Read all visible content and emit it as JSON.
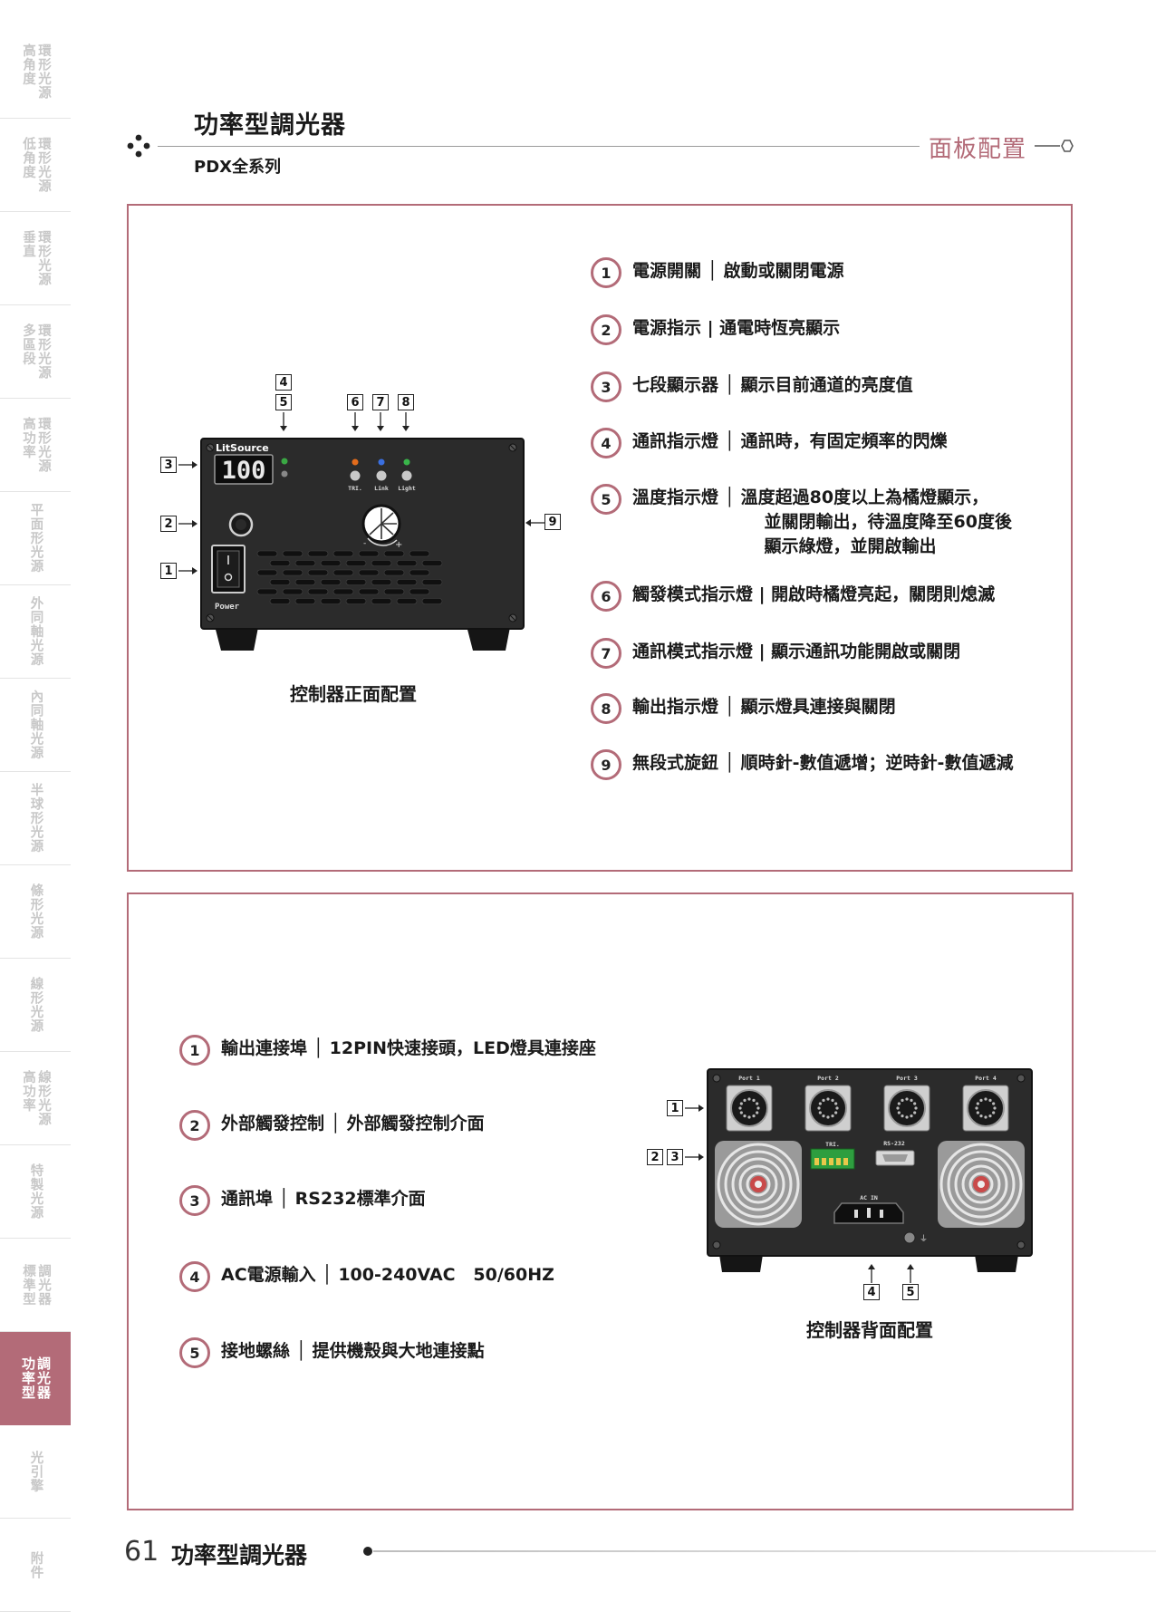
{
  "sidebar": {
    "tabs": [
      {
        "label": "環形光源\n高角度"
      },
      {
        "label": "環形光源\n低角度"
      },
      {
        "label": "環形光源\n垂直"
      },
      {
        "label": "環形光源\n多區段"
      },
      {
        "label": "環形光源\n高功率"
      },
      {
        "label": "平面形光源"
      },
      {
        "label": "外同軸光源"
      },
      {
        "label": "內同軸光源"
      },
      {
        "label": "半球形光源"
      },
      {
        "label": "條形光源"
      },
      {
        "label": "線形光源"
      },
      {
        "label": "線形光源\n高功率"
      },
      {
        "label": "特製光源"
      },
      {
        "label": "調光器\n標準型"
      },
      {
        "label": "調光器\n功率型"
      },
      {
        "label": "光引擎"
      },
      {
        "label": "附件"
      }
    ],
    "active_index": 14
  },
  "header": {
    "title": "功率型調光器",
    "subtitle": "PDX全系列",
    "section": "面板配置"
  },
  "front": {
    "items": [
      {
        "num": "1",
        "text": "電源開關 │ 啟動或關閉電源"
      },
      {
        "num": "2",
        "text": "電源指示 | 通電時恆亮顯示"
      },
      {
        "num": "3",
        "text": "七段顯示器 │ 顯示目前通道的亮度值"
      },
      {
        "num": "4",
        "text": "通訊指示燈 │ 通訊時，有固定頻率的閃爍"
      },
      {
        "num": "5",
        "text": "溫度指示燈 │ 溫度超過80度以上為橘燈顯示，\n                      並關閉輸出，待溫度降至60度後\n                      顯示綠燈，並開啟輸出"
      },
      {
        "num": "6",
        "text": "觸發模式指示燈 | 開啟時橘燈亮起，關閉則熄滅"
      },
      {
        "num": "7",
        "text": "通訊模式指示燈 | 顯示通訊功能開啟或關閉"
      },
      {
        "num": "8",
        "text": "輸出指示燈 │ 顯示燈具連接與關閉"
      },
      {
        "num": "9",
        "text": "無段式旋鈕 │ 順時針-數值遞增；逆時針-數值遞減"
      }
    ],
    "caption": "控制器正面配置",
    "device": {
      "brand": "LitSource",
      "display": "100",
      "power_label": "Power",
      "led_labels": [
        "TRI.",
        "Link",
        "Light"
      ],
      "callouts": [
        "1",
        "2",
        "3",
        "4",
        "5",
        "6",
        "7",
        "8",
        "9"
      ]
    }
  },
  "back": {
    "items": [
      {
        "num": "1",
        "text": "輸出連接埠 │ 12PIN快速接頭，LED燈具連接座"
      },
      {
        "num": "2",
        "text": "外部觸發控制 │ 外部觸發控制介面"
      },
      {
        "num": "3",
        "text": "通訊埠 │ RS232標準介面"
      },
      {
        "num": "4",
        "text": "AC電源輸入 │ 100-240VAC   50/60HZ"
      },
      {
        "num": "5",
        "text": "接地螺絲 │ 提供機殼與大地連接點"
      }
    ],
    "caption": "控制器背面配置",
    "device": {
      "ports": [
        "Port 1",
        "Port 2",
        "Port 3",
        "Port 4"
      ],
      "tri_label": "TRI.",
      "rs_label": "RS-232",
      "ac_label": "AC IN",
      "callouts": [
        "1",
        "2",
        "3",
        "4",
        "5"
      ]
    }
  },
  "footer": {
    "page_number": "61",
    "title": "功率型調光器"
  },
  "colors": {
    "accent": "#b36b78",
    "device_body": "#2b2b2b"
  }
}
